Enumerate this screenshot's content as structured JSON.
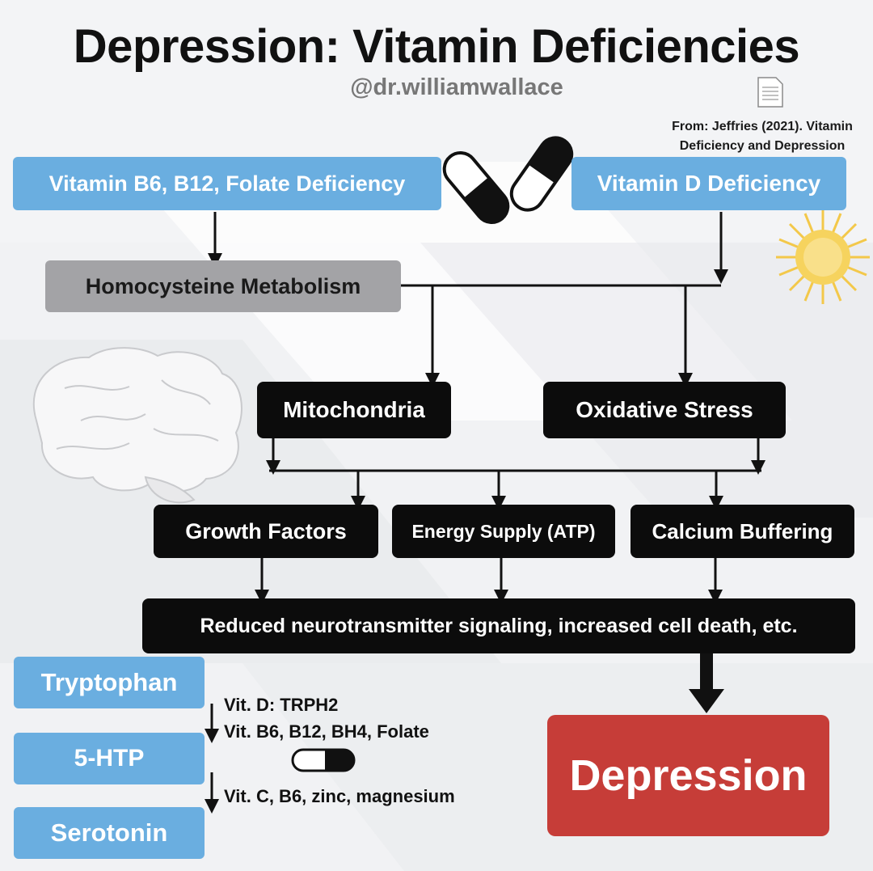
{
  "header": {
    "title": "Depression: Vitamin Deficiencies",
    "handle": "@dr.williamwallace",
    "citation_line1": "From: Jeffries (2021). Vitamin",
    "citation_line2": "Deficiency and Depression"
  },
  "nodes": {
    "b_vitamins": "Vitamin B6, B12, Folate Deficiency",
    "vitamin_d": "Vitamin D Deficiency",
    "homocysteine": "Homocysteine Metabolism",
    "mitochondria": "Mitochondria",
    "oxidative_stress": "Oxidative Stress",
    "growth_factors": "Growth Factors",
    "energy_supply": "Energy Supply (ATP)",
    "calcium_buffering": "Calcium Buffering",
    "reduced_signaling": "Reduced neurotransmitter signaling, increased cell death, etc.",
    "depression": "Depression"
  },
  "pathway": {
    "tryptophan": "Tryptophan",
    "htp": "5-HTP",
    "serotonin": "Serotonin",
    "step1_line1": "Vit. D: TRPH2",
    "step1_line2": "Vit. B6, B12, BH4, Folate",
    "step2": "Vit. C, B6, zinc, magnesium"
  },
  "icons": [
    "pill-capsule-icon",
    "sun-icon",
    "brain-icon",
    "document-icon"
  ],
  "colors": {
    "blue_box": "#6aaee0",
    "gray_box": "#a3a3a6",
    "dark_box": "#0c0c0c",
    "red_box": "#c63d38",
    "sun": "#f3c84a"
  }
}
